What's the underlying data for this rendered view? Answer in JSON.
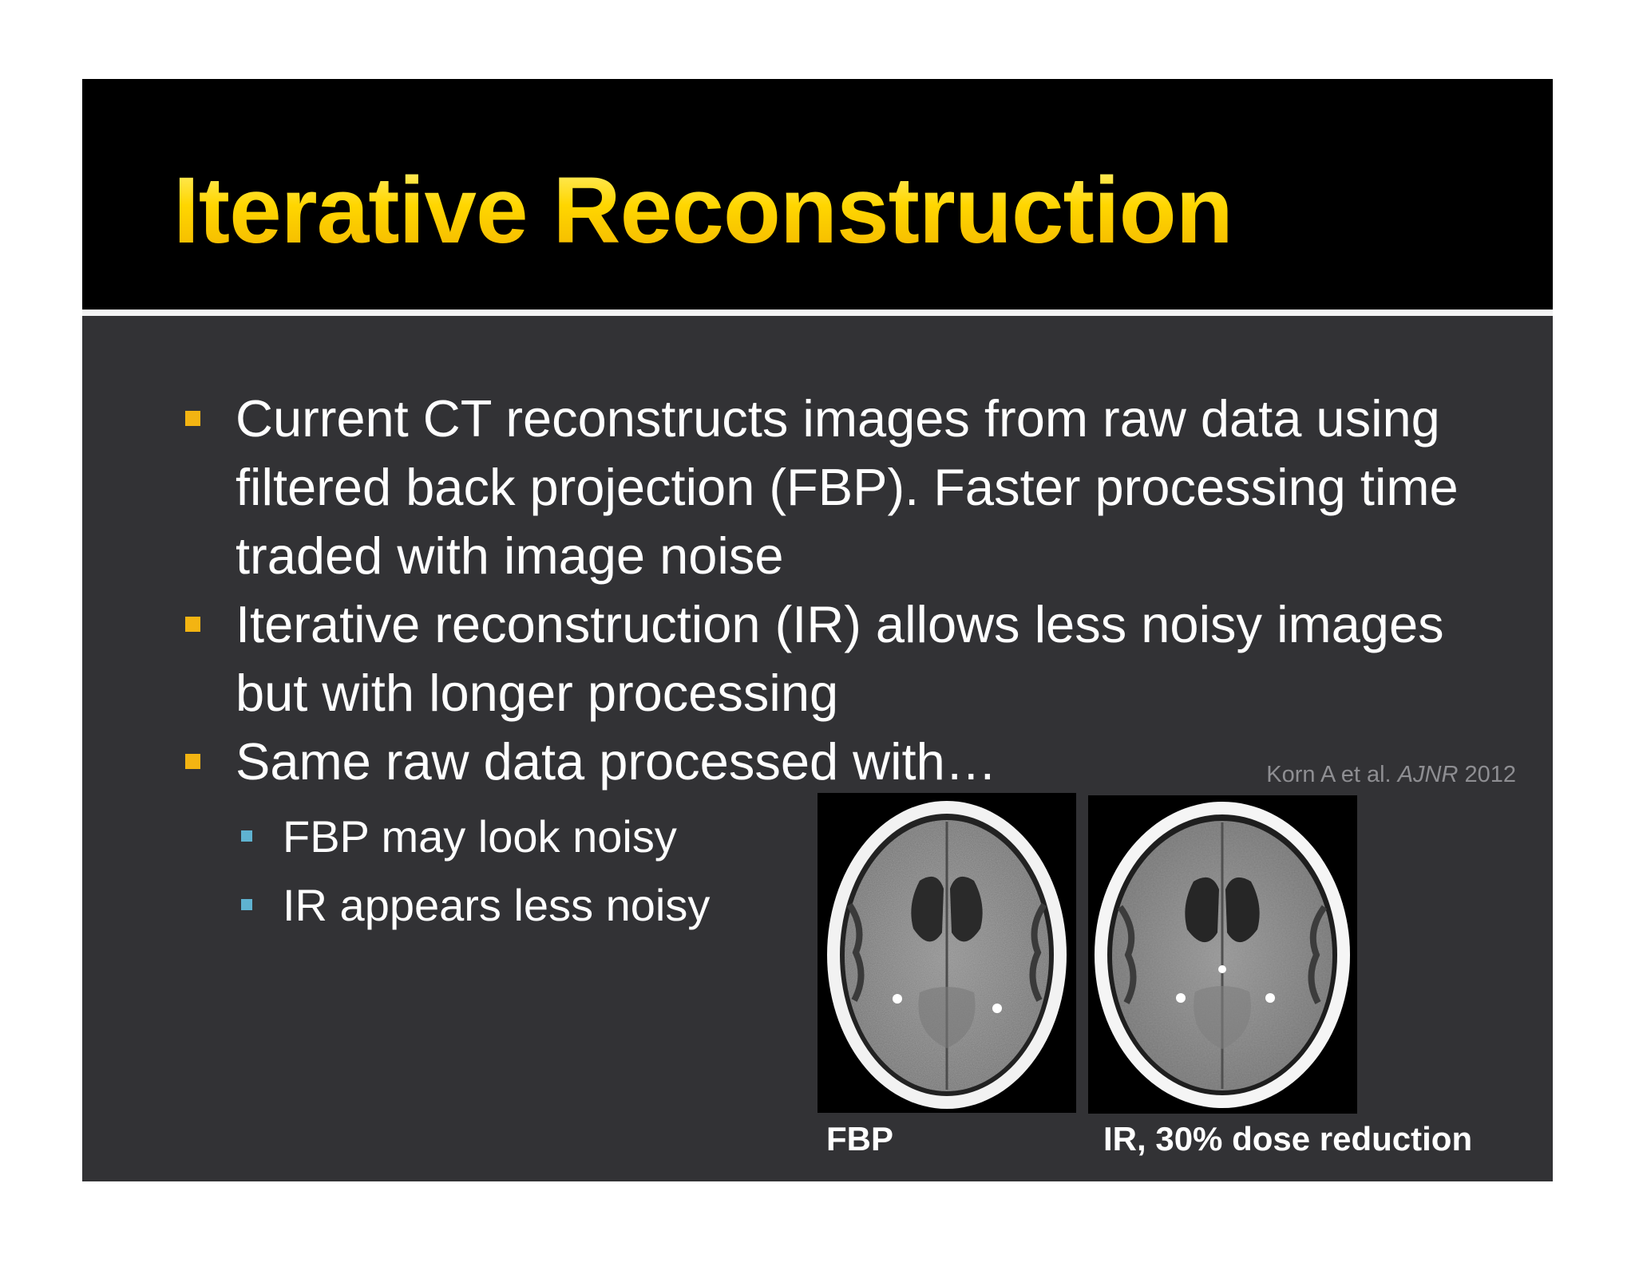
{
  "slide": {
    "title": "Iterative Reconstruction",
    "bullets": [
      "Current CT reconstructs images from raw data using filtered back projection (FBP). Faster processing time traded with image noise",
      "Iterative reconstruction (IR) allows less noisy images but with longer processing",
      "Same raw data processed with…"
    ],
    "sub_bullets": [
      "FBP may look noisy",
      "IR appears less noisy"
    ],
    "citation": {
      "authors": "Korn A et al.",
      "journal": "AJNR",
      "year": "2012"
    },
    "images": [
      {
        "label": "FBP",
        "icon": "brain-ct-scan"
      },
      {
        "label": "IR, 30% dose reduction",
        "icon": "brain-ct-scan"
      }
    ]
  },
  "colors": {
    "title": "#ffd200",
    "bullet_marker": "#f3b412",
    "sub_bullet_marker": "#5fb3d1",
    "body_background": "#323235",
    "title_background": "#000000",
    "citation": "#8e8e92"
  }
}
